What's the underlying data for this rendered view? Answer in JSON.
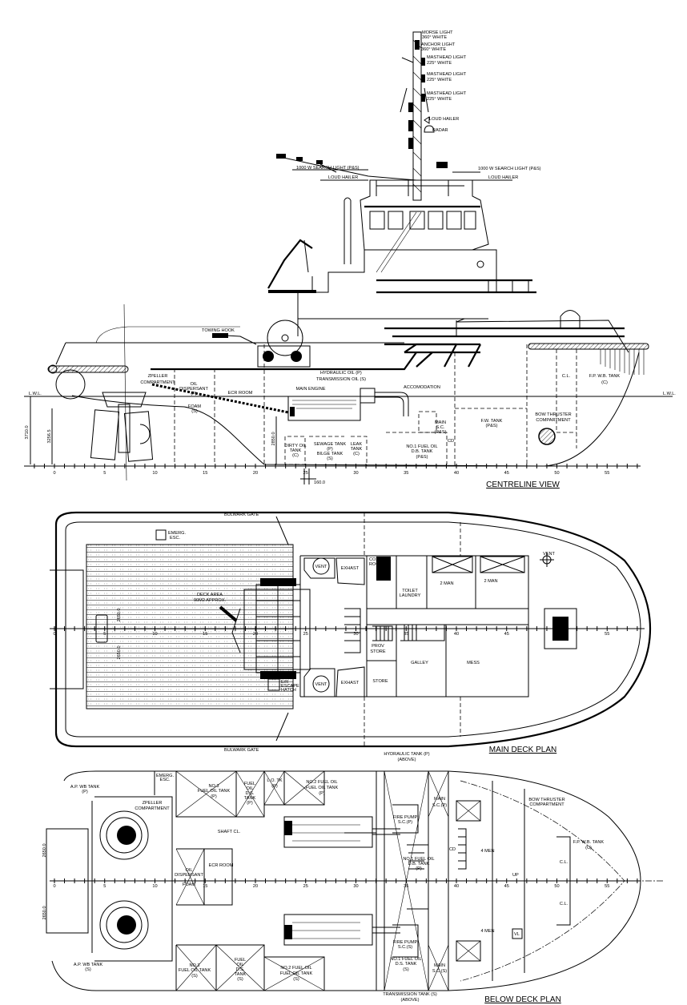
{
  "colors": {
    "line": "#000000",
    "background": "#ffffff"
  },
  "mast": {
    "morse_light": [
      "MORSE LIGHT",
      "360° WHITE"
    ],
    "anchor_light": [
      "ANCHOR LIGHT",
      "360° WHITE"
    ],
    "masthead_light_1": [
      "MASTHEAD LIGHT",
      "225° WHITE"
    ],
    "masthead_light_2": [
      "MASTHEAD LIGHT",
      "225° WHITE"
    ],
    "masthead_light_3": [
      "MASTHEAD LIGHT",
      "225° WHITE"
    ],
    "loud_hailer_mast": "LOUD HAILER",
    "radar": "RADAR",
    "search_light_left": "1000 W SEARCH LIGHT (P&S)",
    "search_light_right": "1000 W SEARCH LIGHT (P&S)",
    "loud_hailer_left": "LOUD HAILER",
    "loud_hailer_right": "LOUD HAILER"
  },
  "centreline": {
    "title": "CENTRELINE VIEW",
    "towing_hook": "TOWING HOOK",
    "zpeller": [
      "ZPELLER",
      "COMPARTMENT"
    ],
    "oil_dispersant": [
      "OIL",
      "DISPERSANT",
      "(P)"
    ],
    "ecr_room": "ECR ROOM",
    "foam": [
      "FOAM",
      "(S)"
    ],
    "main_engine": "MAIN ENGINE",
    "hydraulic_oil": "HYDRAULIC OIL (P)",
    "transmission_oil": "TRANSMISSION OIL (S)",
    "dirty_oil": [
      "DIRTY OIL",
      "TANK",
      "(C)"
    ],
    "sewage_bilge": [
      "SEWAGE TANK",
      "(P)",
      "BILGE TANK",
      "(S)"
    ],
    "leak_tank": [
      "LEAK",
      "TANK",
      "(C)"
    ],
    "no1_fuel": [
      "NO.1 FUEL OIL",
      "D.B. TANK",
      "(P&S)"
    ],
    "main_sc": [
      "MAIN",
      "S.C.",
      "(P&S)"
    ],
    "cd": "CD",
    "accomodation": "ACCOMODATION",
    "fw_tank": [
      "F.W. TANK",
      "(P&S)"
    ],
    "bow_thruster": [
      "BOW THRUSTER",
      "COMPARTMENT"
    ],
    "cl": "C.L.",
    "fp_wb_tank": [
      "F.P. W.B. TANK",
      "(C)"
    ],
    "lwl_left": "L.W.L.",
    "lwl_right": "L.W.L.",
    "dim_3710": "3710.0",
    "dim_3256": "3256.5",
    "dim_2850": "2850.0",
    "dim_160": "160.0",
    "ticks": [
      "0",
      "5",
      "10",
      "15",
      "20",
      "25",
      "30",
      "35",
      "40",
      "45",
      "50",
      "55"
    ]
  },
  "main_deck": {
    "title": "MAIN DECK PLAN",
    "bulwark_gate_top": "BULWARK GATE",
    "bulwark_gate_bottom": "BULWARK GATE",
    "emerg_esc": [
      "EMERG.",
      "ESC."
    ],
    "deck_area": [
      "DECK AREA",
      "90M2 APPROX."
    ],
    "vent_1": "VENT",
    "exhast_1": "EXHAST",
    "co2_room": [
      "CO2",
      "ROOM"
    ],
    "toilet_laundry": [
      "TOILET",
      "LAUNDRY"
    ],
    "two_man_1": "2 MAN",
    "two_man_2": "2 MAN",
    "vent_right": "VENT",
    "prov_store": [
      "PROV",
      "STORE"
    ],
    "galley": "GALLEY",
    "mess": "MESS",
    "vent_2": "VENT",
    "exhast_2": "EXHAST",
    "store": "STORE",
    "er_escape": [
      "E/R",
      "ESCAPE",
      "HATCH"
    ],
    "dim_2650": "2650.0",
    "dim_2650b": "2650.0",
    "ticks": [
      "0",
      "5",
      "10",
      "15",
      "20",
      "25",
      "30",
      "35",
      "40",
      "45",
      "50",
      "55"
    ]
  },
  "below_deck": {
    "title": "BELOW DECK PLAN",
    "ap_wb_p": [
      "A.P. WB TANK",
      "(P)"
    ],
    "ap_wb_s": [
      "A.P. WB TANK",
      "(S)"
    ],
    "emerg_esc": [
      "EMERG.",
      "ESC."
    ],
    "zpeller": [
      "ZPELLER",
      "COMPARTMENT"
    ],
    "no3_p": [
      "NO.3",
      "FUEL OIL TANK",
      "(P)"
    ],
    "no3_s": [
      "NO.3",
      "FUEL OIL TANK",
      "(S)"
    ],
    "fods_p": [
      "FUEL",
      "OIL",
      "D.S.",
      "TANK",
      "(P)"
    ],
    "fods_s": [
      "FUEL",
      "OIL",
      "D.S.",
      "TANK",
      "(S)"
    ],
    "lo_tk": [
      "L.O. TK",
      "(P)"
    ],
    "no2_p": [
      "NO.2 FUEL OIL",
      "FUEL OIL TANK",
      "(P)"
    ],
    "no2_s": [
      "NO.2 FUEL OIL",
      "FUEL OIL TANK",
      "(S)"
    ],
    "shaft_cl": "SHAFT CL.",
    "oil_dispersant": [
      "OIL",
      "DISPERSANT"
    ],
    "ecr_room": "ECR ROOM",
    "foam": "FOAM",
    "hydraulic_tank": [
      "HYDRAULIC TANK (P)",
      "(ABOVE)"
    ],
    "transmission_tank": [
      "TRANSMISSION TANK (S)",
      "(ABOVE)"
    ],
    "main_sc_p": [
      "MAIN",
      "S.C.(P)"
    ],
    "main_sc_s": [
      "MAIN",
      "S.C.(S)"
    ],
    "fire_pump_p": [
      "FIRE PUMP",
      "S.C.(P)"
    ],
    "fire_pump_s": [
      "FIRE PUMP",
      "S.C.(S)"
    ],
    "no1_p": [
      "NO.1 FUEL OIL",
      "D.B. TANK",
      "(P)"
    ],
    "no1_s": [
      "NO.1 FUEL OIL",
      "D.S. TANK",
      "(S)"
    ],
    "cd": "CD",
    "four_men_1": "4 MEN",
    "four_men_2": "4 MEN",
    "bow_thruster": [
      "BOW THRUSTER",
      "COMPARTMENT"
    ],
    "fp_wb": [
      "F.P. W.B. TANK",
      "(C)"
    ],
    "cl_1": "C.L.",
    "cl_2": "C.L.",
    "up": "UP",
    "vl": "VL",
    "dim_2650": "2650.0",
    "dim_2650b": "2650.0",
    "ticks": [
      "0",
      "5",
      "10",
      "15",
      "20",
      "25",
      "30",
      "35",
      "40",
      "45",
      "50",
      "55"
    ]
  }
}
